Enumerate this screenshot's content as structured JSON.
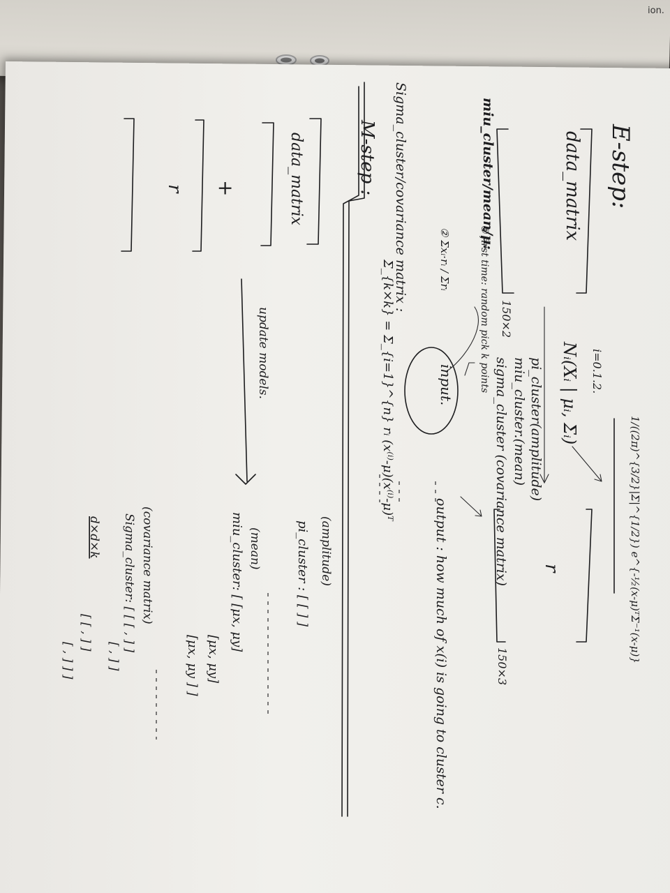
{
  "background_sheet": {
    "corner_text": "ion."
  },
  "notes": {
    "e_step_title": "E-step:",
    "data_matrix_label": "data_matrix",
    "data_matrix_dims": "150×2",
    "normal_dist": "Nᵢ(Xᵢ | μᵢ, Σᵢ)",
    "index_range": "i=0.1.2.",
    "density_formula": "1/((2π)^{3/2}|Σ|^{1/2}) e^{-½(x-μ)ᵀΣ⁻¹(x-μ)}",
    "param_pi": "pi_cluster(amplitude)",
    "param_mu": "miu_cluster.(mean)",
    "param_sigma": "sigma_cluster (covariance matrix)",
    "input_label": "input.",
    "r_symbol": "r",
    "r_matrix_dims": "150×3",
    "output_note": "output : how much of x(i) is going to cluster c.",
    "miu_note_label": "miu_cluster/mean/μ:",
    "miu_note_first": "① first time: random pick k points",
    "miu_note_second": "② Σxᵢ·rᵢ / Σrᵢ",
    "sigma_note_label": "Sigma_cluster/covariance matrix :",
    "sigma_formula": "Σ_{k×k} = Σ_{i=1}^{n} rᵢ (x⁽ⁱ⁾-μ)(x⁽ⁱ⁾-μ)ᵀ",
    "m_step_title": "M-step :",
    "m_data_matrix_label": "data_matrix",
    "plus": "+",
    "m_r_symbol": "r",
    "update_label": "update models.",
    "amplitude_label": "(amplitude)",
    "pi_cluster_line": "pi_cluster : [ [         ] ]",
    "mean_label": "(mean)",
    "miu_cluster_line": "miu_cluster: [ [μx, μy]",
    "miu_row2": "[μx, μy]",
    "miu_row3": "[μx, μy ] ]",
    "cov_label": "(covariance matrix)",
    "sigma_cluster_line": "Sigma_cluster: [ [ [ , ] ]",
    "sigma_row2": "[ , ] ]",
    "sigma_row3": "[ [ , ] ]",
    "sigma_row4": "[ , ] ] ]",
    "dims_note": "d×d×k"
  }
}
